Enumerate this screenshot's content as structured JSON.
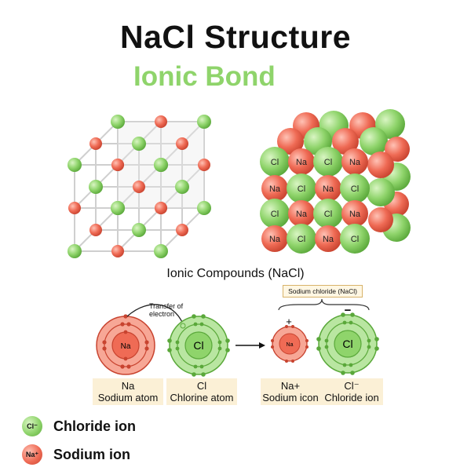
{
  "title": "NaCl Structure",
  "subtitle": "Ionic Bond",
  "colors": {
    "chloride": "#8fd46b",
    "sodium": "#ef6b55",
    "subtitle": "#8fd46b",
    "caption_bg": "#fbf0d6"
  },
  "lattice_labels": {
    "cl": "Cl",
    "na": "Na"
  },
  "section_title": "Ionic Compounds (NaCl)",
  "transfer_label_line1": "Transfer of",
  "transfer_label_line2": "electron",
  "callout": "Sodium chloride (NaCl)",
  "atoms": {
    "na_symbol": "Na",
    "cl_symbol": "Cl",
    "na_ion_symbol": "Na",
    "cl_ion_symbol": "Cl",
    "plus_sign": "+",
    "minus_sign": "−"
  },
  "captions": [
    {
      "line1": "Na",
      "line2": "Sodium atom"
    },
    {
      "line1": "Cl",
      "line2": "Chlorine atom"
    },
    {
      "line1": "Na+",
      "line2": "Sodium icon"
    },
    {
      "line1": "Cl⁻",
      "line2": "Chloride ion"
    }
  ],
  "legend": [
    {
      "symbol": "Cl⁻",
      "label": "Chloride ion"
    },
    {
      "symbol": "Na⁺",
      "label": "Sodium ion"
    }
  ]
}
